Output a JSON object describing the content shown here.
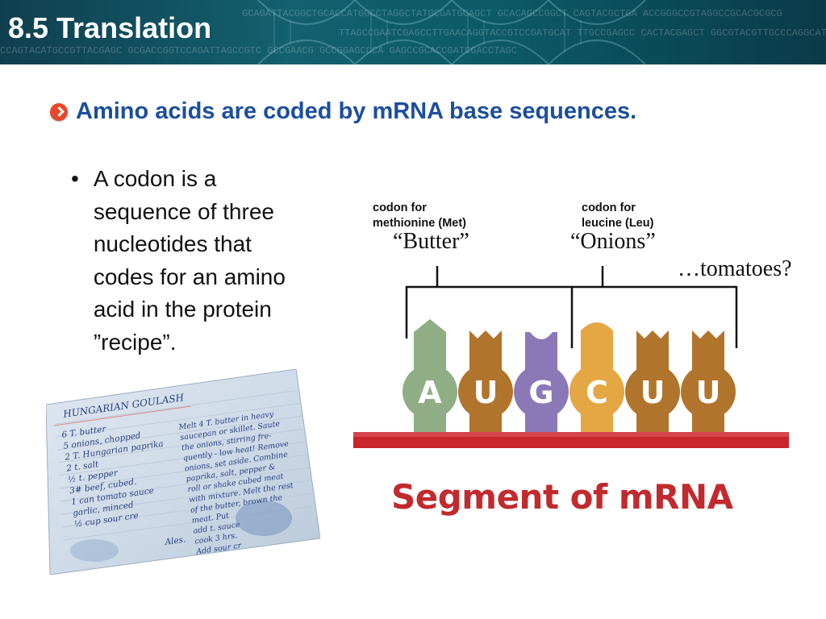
{
  "header": {
    "title": "8.5 Translation",
    "seq_lines": [
      "GCAGATTACGGCTGCACCATGGCCTAGGCTATGCGATGCAGCT  GCACAGCCGGCT  CAGTACGCTGA  ACCGGGCCGTAGGCCGCACGCGCG",
      "TTAGCCGAATCGAGCCTTGAACAGGTACCGTCCGATGCAT  TTGCCGAGCC  CACTACGAGCT  GGCGTACGTTGCCCAGGCATCGA",
      "CCAGTACATGCCGTTACGAGC  GCGACCGGTCCAGATTAGCCGTC  GCCGAACG  GCCGGAGCCCA  GAGCCGCACCGATCGACCTAGC"
    ]
  },
  "heading": "Amino acids are coded by mRNA base sequences.",
  "bullet": "A codon is a sequence of three nucleotides that codes for an amino acid in the protein ”recipe”.",
  "bullet_lines": [
    "A codon is a",
    "sequence of three",
    "nucleotides that",
    "codes for an amino",
    "acid in the protein",
    "”recipe”."
  ],
  "recipe_card": {
    "title": "HUNGARIAN GOULASH",
    "ingredients": [
      "6 T. butter",
      "5 onions, chopped",
      "2 T. Hungarian paprika",
      "2 t. salt",
      "½ t. pepper",
      "3# beef, cubed.",
      "1 can tomato sauce",
      "garlic, minced",
      "½ cup sour cre"
    ],
    "instructions": [
      "Melt 4 T. butter in heavy",
      "saucepan or skillet. Saute",
      "the onions, stirring fre-",
      "quently - low heat! Remove",
      "onions, set aside. Combine",
      "paprika, salt, pepper &",
      "roll or shake cubed meat",
      "with mixture. Melt the rest",
      "of the butter, brown the",
      "meat. Put",
      "add t. sauce",
      "cook 3 hrs.",
      "Add sour cr"
    ],
    "signature": "Ales."
  },
  "codon_met": {
    "line1": "codon for",
    "line2": "methionine (Met)",
    "nickname": "“Butter”"
  },
  "codon_leu": {
    "line1": "codon for",
    "line2": "leucine (Leu)",
    "nickname": "“Onions”"
  },
  "tomatoes": "…tomatoes?",
  "bases": [
    {
      "letter": "A",
      "color": "#8fae85"
    },
    {
      "letter": "U",
      "color": "#b1742c"
    },
    {
      "letter": "G",
      "color": "#8b78b6"
    },
    {
      "letter": "C",
      "color": "#e4a744"
    },
    {
      "letter": "U",
      "color": "#b1742c"
    },
    {
      "letter": "U",
      "color": "#b1742c"
    }
  ],
  "segment_label": "Segment of mRNA",
  "colors": {
    "heading": "#1d4e9e",
    "accent_red": "#c12a2e",
    "header_bg": "#124f5e"
  }
}
